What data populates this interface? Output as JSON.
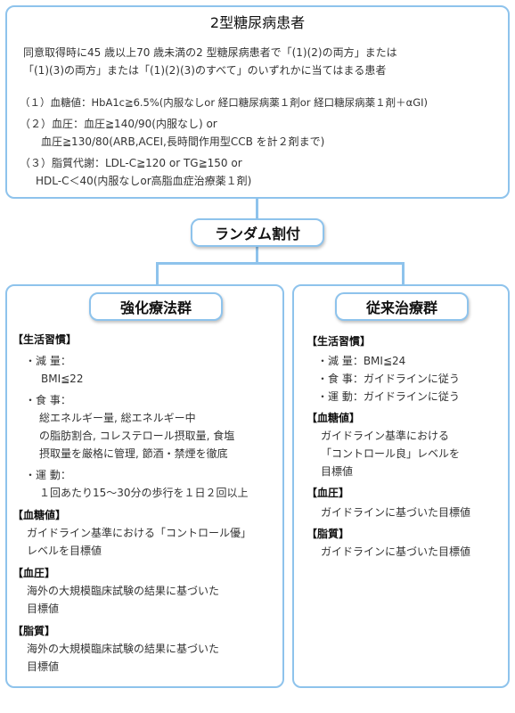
{
  "top": {
    "title": "2型糖尿病患者",
    "intro1": "同意取得時に45 歳以上70 歳未満の2 型糖尿病患者で「(1)(2)の両方」または",
    "intro2": "「(1)(3)の両方」または「(1)(2)(3)のすべて」のいずれかに当てはまる患者",
    "c1": "（１）血糖値：HbA1c≧6.5%(内服なしor 経口糖尿病薬１剤or 経口糖尿病薬１剤＋αGI)",
    "c2a": "（２）血圧：血圧≧140/90(内服なし) or",
    "c2b": "血圧≧130/80(ARB,ACEI,長時間作用型CCB を計２剤まで)",
    "c3a": "（３）脂質代謝：LDL-C≧120 or TG≧150 or",
    "c3b": "HDL-C＜40(内服なしor高脂血症治療薬１剤)"
  },
  "random": {
    "label": "ランダム割付"
  },
  "intensive": {
    "title": "強化療法群",
    "life_h": "【生活習慣】",
    "weight_l": "・減 量：",
    "weight_v": "BMI≦22",
    "diet_l": "・食 事：",
    "diet_v1": "総エネルギー量, 総エネルギー中",
    "diet_v2": "の脂肪割合, コレステロール摂取量, 食塩",
    "diet_v3": "摂取量を厳格に管理, 節酒・禁煙を徹底",
    "ex_l": "・運 動：",
    "ex_v": "１回あたり15〜30分の歩行を１日２回以上",
    "bg_h": "【血糖値】",
    "bg_v1": "ガイドライン基準における「コントロール優」",
    "bg_v2": "レベルを目標値",
    "bp_h": "【血圧】",
    "bp_v1": "海外の大規模臨床試験の結果に基づいた",
    "bp_v2": "目標値",
    "lp_h": "【脂質】",
    "lp_v1": "海外の大規模臨床試験の結果に基づいた",
    "lp_v2": "目標値"
  },
  "conventional": {
    "title": "従来治療群",
    "life_h": "【生活習慣】",
    "weight": "・減 量：BMI≦24",
    "diet": "・食 事：ガイドラインに従う",
    "ex": "・運 動：ガイドラインに従う",
    "bg_h": "【血糖値】",
    "bg_v1": "ガイドライン基準における",
    "bg_v2": "「コントロール良」レベルを",
    "bg_v3": "目標値",
    "bp_h": "【血圧】",
    "bp_v": "ガイドラインに基づいた目標値",
    "lp_h": "【脂質】",
    "lp_v": "ガイドラインに基づいた目標値"
  }
}
